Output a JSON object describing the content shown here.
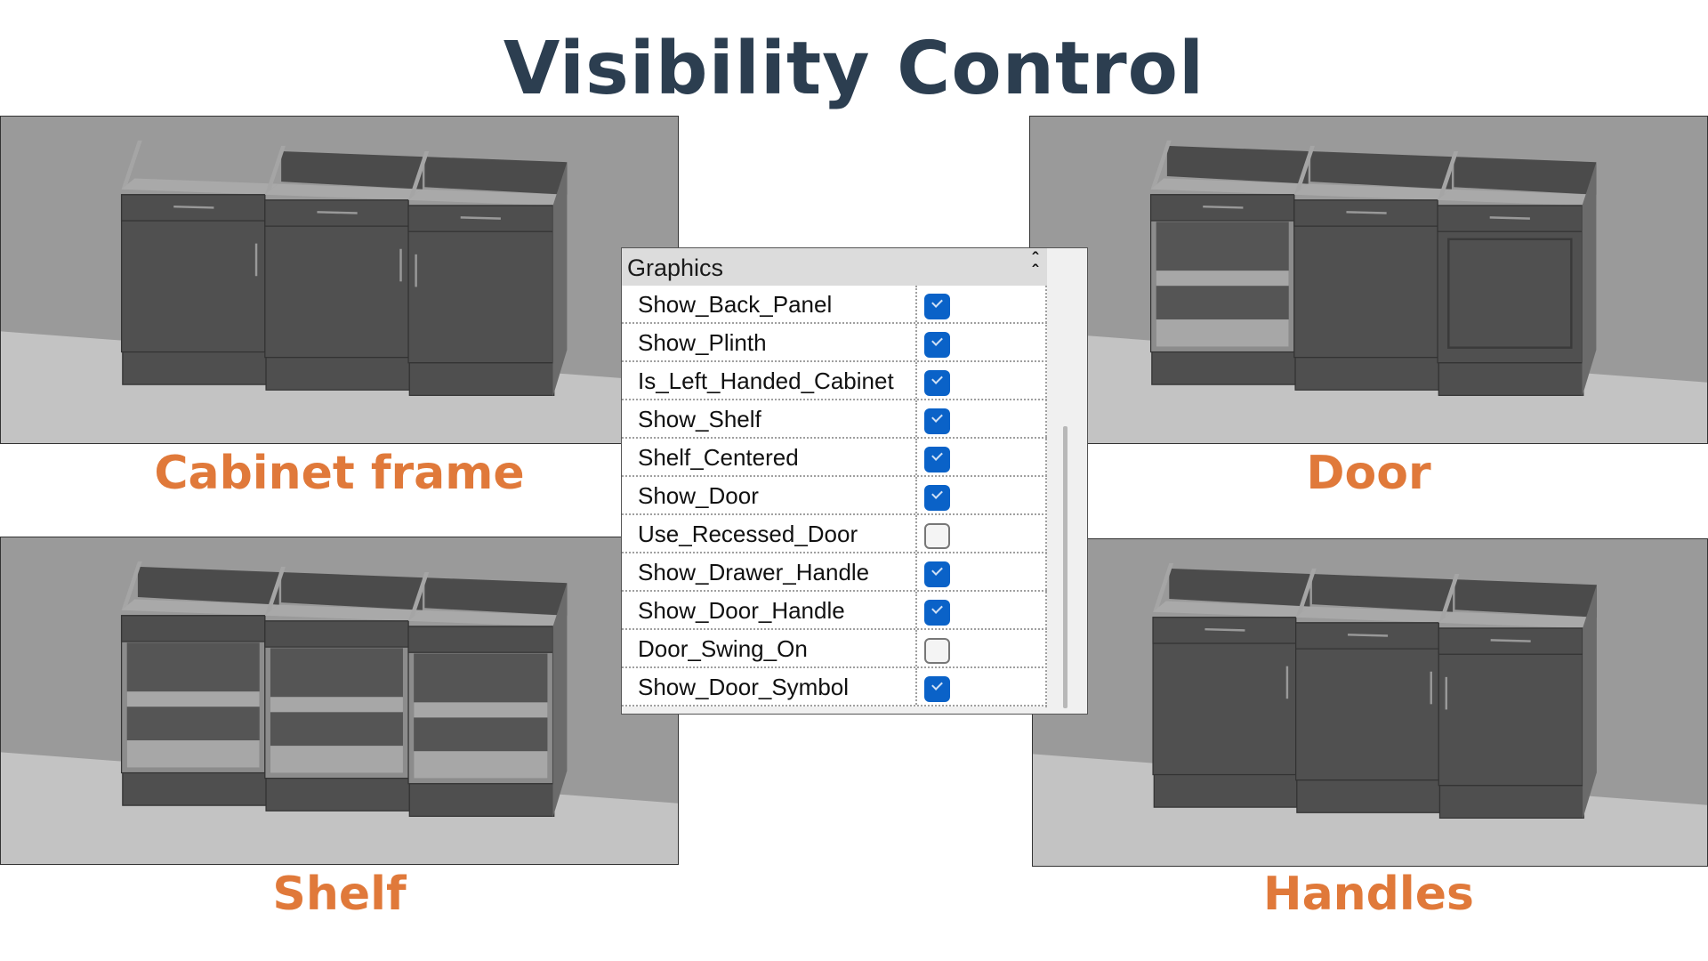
{
  "title": "Visibility Control",
  "scenes": [
    {
      "id": "frame",
      "caption": "Cabinet frame"
    },
    {
      "id": "door",
      "caption": "Door"
    },
    {
      "id": "shelf",
      "caption": "Shelf"
    },
    {
      "id": "handles",
      "caption": "Handles"
    }
  ],
  "panel": {
    "header": "Graphics",
    "collapse_icon": "double-chevron-up-icon",
    "checkbox_color": "#0a62c8",
    "rows": [
      {
        "label": "Show_Back_Panel",
        "checked": true
      },
      {
        "label": "Show_Plinth",
        "checked": true
      },
      {
        "label": "Is_Left_Handed_Cabinet",
        "checked": true
      },
      {
        "label": "Show_Shelf",
        "checked": true
      },
      {
        "label": "Shelf_Centered",
        "checked": true
      },
      {
        "label": "Show_Door",
        "checked": true
      },
      {
        "label": "Use_Recessed_Door",
        "checked": false
      },
      {
        "label": "Show_Drawer_Handle",
        "checked": true
      },
      {
        "label": "Show_Door_Handle",
        "checked": true
      },
      {
        "label": "Door_Swing_On",
        "checked": false
      },
      {
        "label": "Show_Door_Symbol",
        "checked": true
      }
    ]
  },
  "colors": {
    "title": "#2c3e50",
    "caption": "#e0793a"
  }
}
